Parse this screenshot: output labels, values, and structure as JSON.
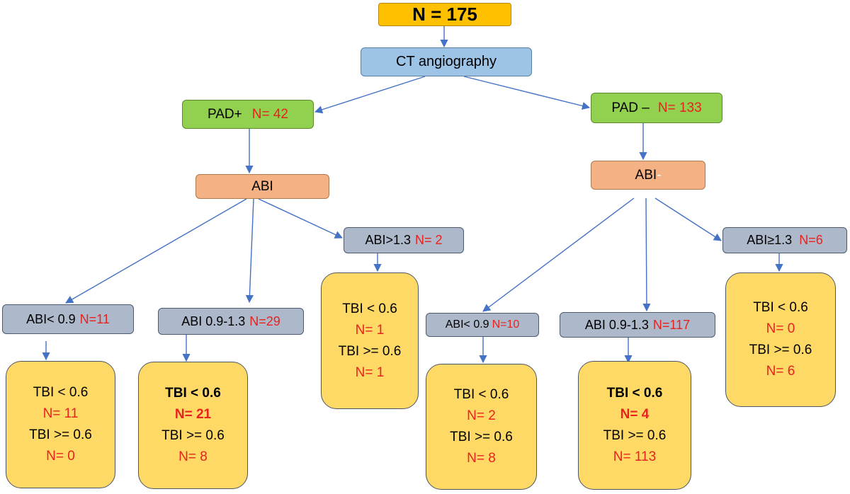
{
  "root": {
    "label": "N = 175"
  },
  "ct": {
    "label": "CT angiography"
  },
  "pad_pos": {
    "label": "PAD+",
    "count": "N= 42"
  },
  "pad_neg": {
    "label": "PAD –",
    "count": "N= 133"
  },
  "abi_left": {
    "label": "ABI"
  },
  "abi_right": {
    "label": "ABI",
    "suffix": "-"
  },
  "groups": {
    "l1": {
      "label": "ABI< 0.9",
      "count": "N=11"
    },
    "l2": {
      "label": "ABI 0.9-1.3",
      "count": "N=29"
    },
    "l3": {
      "label": "ABI>1.3",
      "count": "N= 2"
    },
    "r1": {
      "label": "ABI< 0.9",
      "count": "N=10"
    },
    "r2": {
      "label": "ABI 0.9-1.3",
      "count": "N=117"
    },
    "r3": {
      "label": "ABI≥1.3",
      "count": "N=6"
    }
  },
  "results": {
    "l1": {
      "tbi_low": "TBI < 0.6",
      "n_low": "N= 11",
      "tbi_high": "TBI >= 0.6",
      "n_high": "N= 0"
    },
    "l2": {
      "tbi_low": "TBI < 0.6",
      "n_low": "N= 21",
      "tbi_high": "TBI >= 0.6",
      "n_high": "N= 8"
    },
    "l3": {
      "tbi_low": "TBI < 0.6",
      "n_low": "N= 1",
      "tbi_high": "TBI >= 0.6",
      "n_high": "N= 1"
    },
    "r1": {
      "tbi_low": "TBI < 0.6",
      "n_low": "N= 2",
      "tbi_high": "TBI >= 0.6",
      "n_high": "N= 8"
    },
    "r2": {
      "tbi_low": "TBI < 0.6",
      "n_low": "N= 4",
      "tbi_high": "TBI >= 0.6",
      "n_high": "N= 113"
    },
    "r3": {
      "tbi_low": "TBI < 0.6",
      "n_low": "N= 0",
      "tbi_high": "TBI >= 0.6",
      "n_high": "N= 6"
    }
  },
  "colors": {
    "arrow": "#4472c4",
    "count_text": "#e8221f"
  }
}
